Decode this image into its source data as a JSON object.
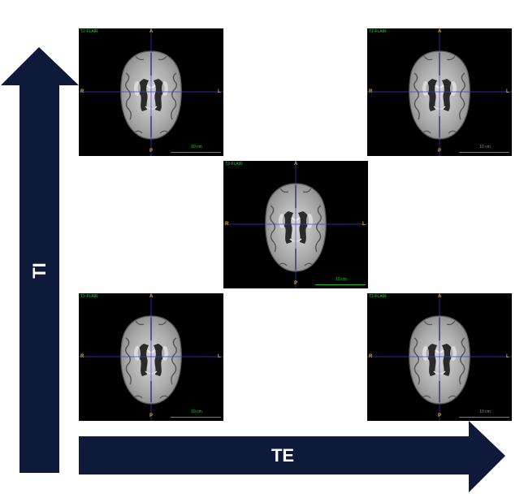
{
  "axes": {
    "vertical": {
      "label": "TI",
      "color": "#0f1a3a"
    },
    "horizontal": {
      "label": "TE",
      "color": "#0f1a3a"
    }
  },
  "panels": [
    {
      "id": "top-left",
      "sequence": "T2-FLAIR",
      "orientation": {
        "anterior": "A",
        "posterior": "P",
        "right": "R",
        "left": "L"
      },
      "scale": "10 cm"
    },
    {
      "id": "top-right",
      "sequence": "T2-FLAIR",
      "orientation": {
        "anterior": "A",
        "posterior": "P",
        "right": "R",
        "left": "L"
      },
      "scale": "10 cm"
    },
    {
      "id": "center",
      "sequence": "T2-FLAIR",
      "orientation": {
        "anterior": "A",
        "posterior": "P",
        "right": "R",
        "left": "L"
      },
      "scale": "10 cm"
    },
    {
      "id": "bottom-left",
      "sequence": "T2-FLAIR",
      "orientation": {
        "anterior": "A",
        "posterior": "P",
        "right": "R",
        "left": "L"
      },
      "scale": "10 cm"
    },
    {
      "id": "bottom-right",
      "sequence": "T2-FLAIR",
      "orientation": {
        "anterior": "A",
        "posterior": "P",
        "right": "R",
        "left": "L"
      },
      "scale": "10 cm"
    }
  ],
  "colors": {
    "annotation_text": "#25d325",
    "orientation_text": "#e8a21a",
    "crosshair": "#3b3bd6"
  }
}
